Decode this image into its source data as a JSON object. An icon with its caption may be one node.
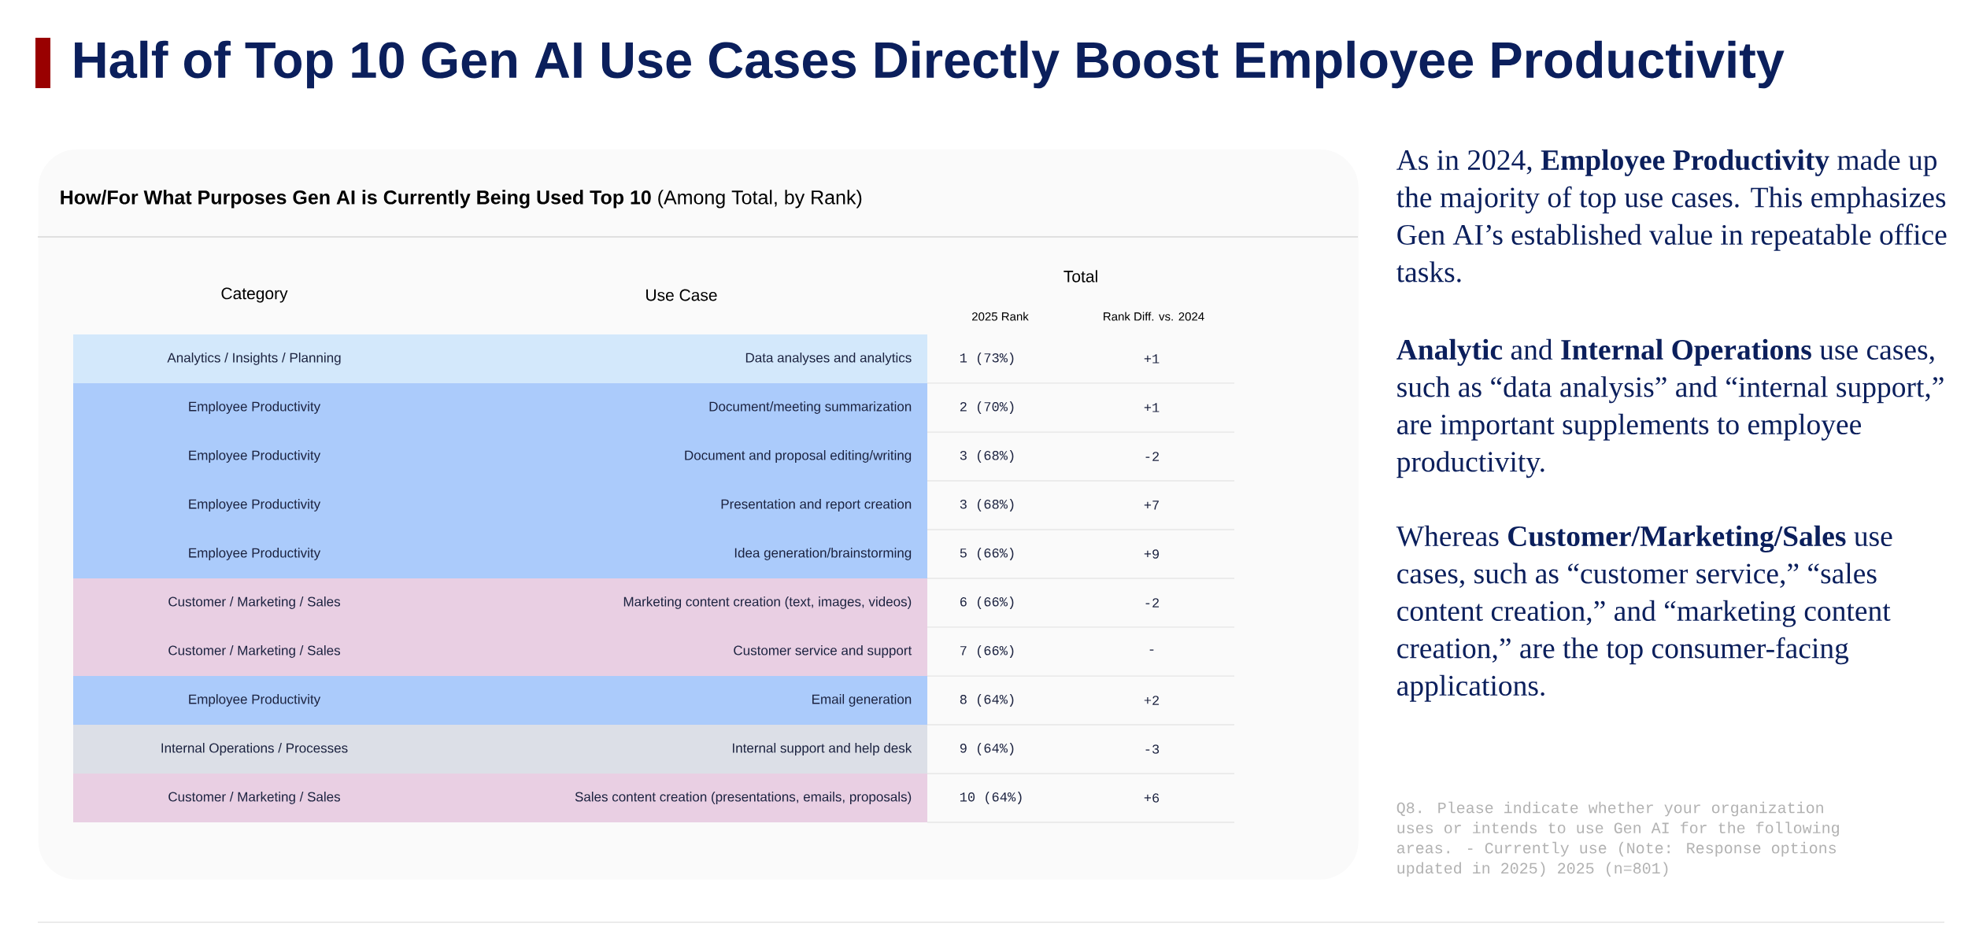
{
  "diagram": {
    "title": "Half of Top 10 Gen AI Use Cases Directly Boost Employee Productivity",
    "nodes": [
      {
        "text": [
          "**How/For What Purposes Gen AI is Currently Being Used Top 10** (Among Total, by Rank)"
        ]
      }
    ],
    "labels": [
      "Category",
      "Use Case",
      "Total",
      "2025 Rank",
      "Rank Diff. vs. 2024",
      "Analytics / Insights / Planning",
      "Data analyses and analytics",
      "1 (73%)",
      "+1",
      "Employee Productivity",
      "Document/meeting summarization",
      "2 (70%)",
      "+1",
      "Employee Productivity",
      "Document and proposal editing/writing",
      "3 (68%)",
      "-2",
      "Employee Productivity",
      "Presentation and report creation",
      "3 (68%)",
      "+7",
      "Employee Productivity",
      "Idea generation/brainstorming",
      "5 (66%)",
      "+9",
      "Customer / Marketing / Sales",
      "Marketing content creation (text, images, videos)",
      "6 (66%)",
      "-2",
      "Customer / Marketing / Sales",
      "Customer service and support",
      "7 (66%)",
      "-",
      "Employee Productivity",
      "Email generation",
      "8 (64%)",
      "+2",
      "Internal Operations / Processes",
      "Internal support and help desk",
      "9 (64%)",
      "-3",
      "Customer / Marketing / Sales",
      "Sales content creation (presentations, emails, proposals)",
      "10 (64%)",
      "+6",
      "As in 2024, **Employee Productivity** made up the majority of top use cases. This emphasizes Gen AI’s established value in repeatable office tasks.",
      "**Analytic** and **Internal Operations** use cases, such as “data analysis” and “internal support,” are important supplements to employee productivity.",
      "Whereas **Customer/Marketing/Sales** use cases, such as “customer service,” “sales content creation,” and “marketing content creation,” are the top consumer-facing applications.",
      "Q8. Please indicate whether your organization uses or intends to use Gen AI for the following areas. - Currently use (Note: Response options updated in 2025) 2025 (n=801)"
    ]
  }
}
